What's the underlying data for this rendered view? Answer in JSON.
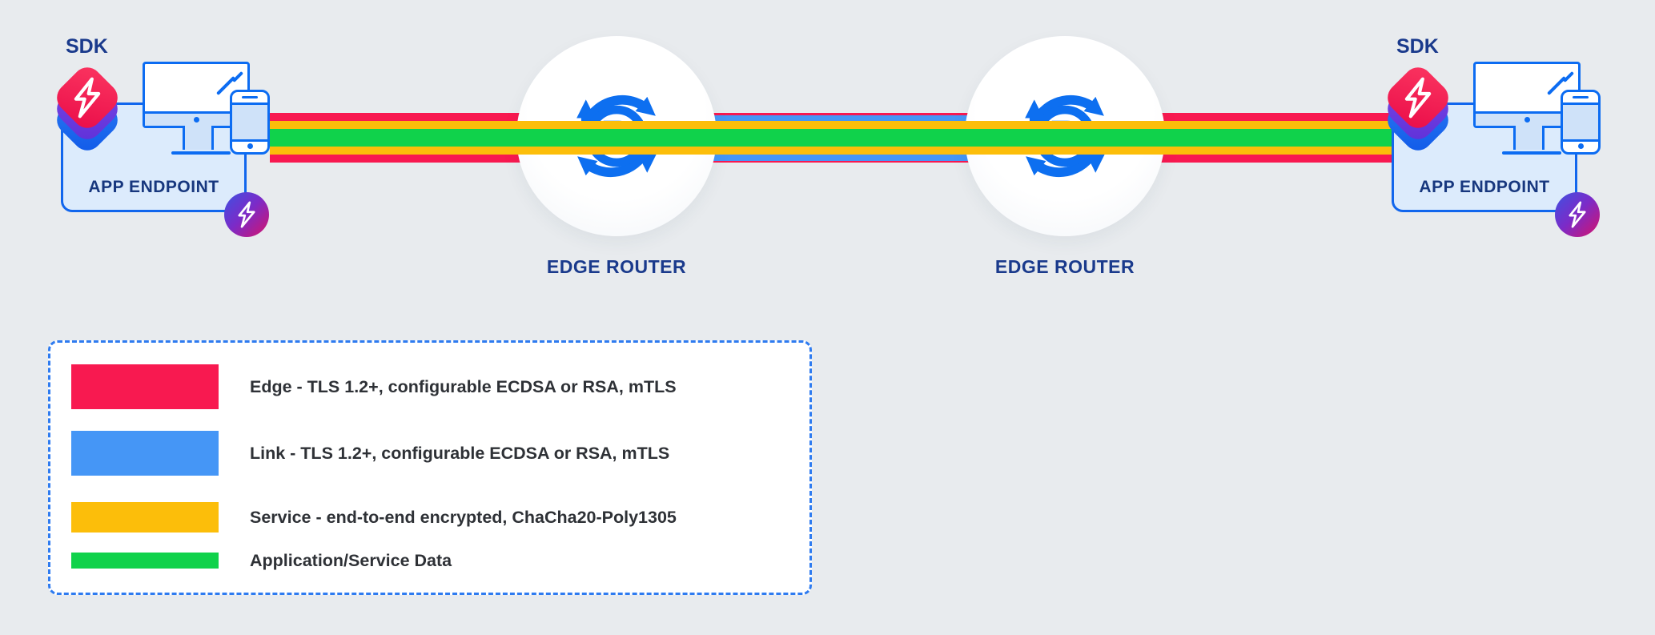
{
  "diagram": {
    "description": "Zero trust network overlay diagram: two app endpoints connected through two edge routers with layered encrypted channels"
  },
  "endpoints": [
    {
      "sdk_label": "SDK",
      "box_label": "APP ENDPOINT"
    },
    {
      "sdk_label": "SDK",
      "box_label": "APP ENDPOINT"
    }
  ],
  "routers": [
    {
      "label": "EDGE ROUTER",
      "icon_letter": "R"
    },
    {
      "label": "EDGE ROUTER",
      "icon_letter": "R"
    }
  ],
  "stripes": {
    "edge_color": "#F81950",
    "link_color": "#4596F6",
    "service_color": "#FCBE0A",
    "data_color": "#10D24B"
  },
  "legend": {
    "items": [
      {
        "name": "edge",
        "color": "#F81950",
        "label": "Edge - TLS 1.2+, configurable ECDSA or RSA, mTLS"
      },
      {
        "name": "link",
        "color": "#4596F6",
        "label": "Link - TLS 1.2+, configurable ECDSA or RSA, mTLS"
      },
      {
        "name": "service",
        "color": "#FCBE0A",
        "label": "Service - end-to-end encrypted, ChaCha20-Poly1305"
      },
      {
        "name": "application",
        "color": "#10D24B",
        "label": "Application/Service Data"
      }
    ]
  },
  "icon_colors": {
    "router_blue": "#0D6FF0",
    "navy_text": "#1A3A8C",
    "sdk_red": "#EA0D49",
    "sdk_purple": "#6B3FE0",
    "sdk_blue": "#1766F2"
  }
}
